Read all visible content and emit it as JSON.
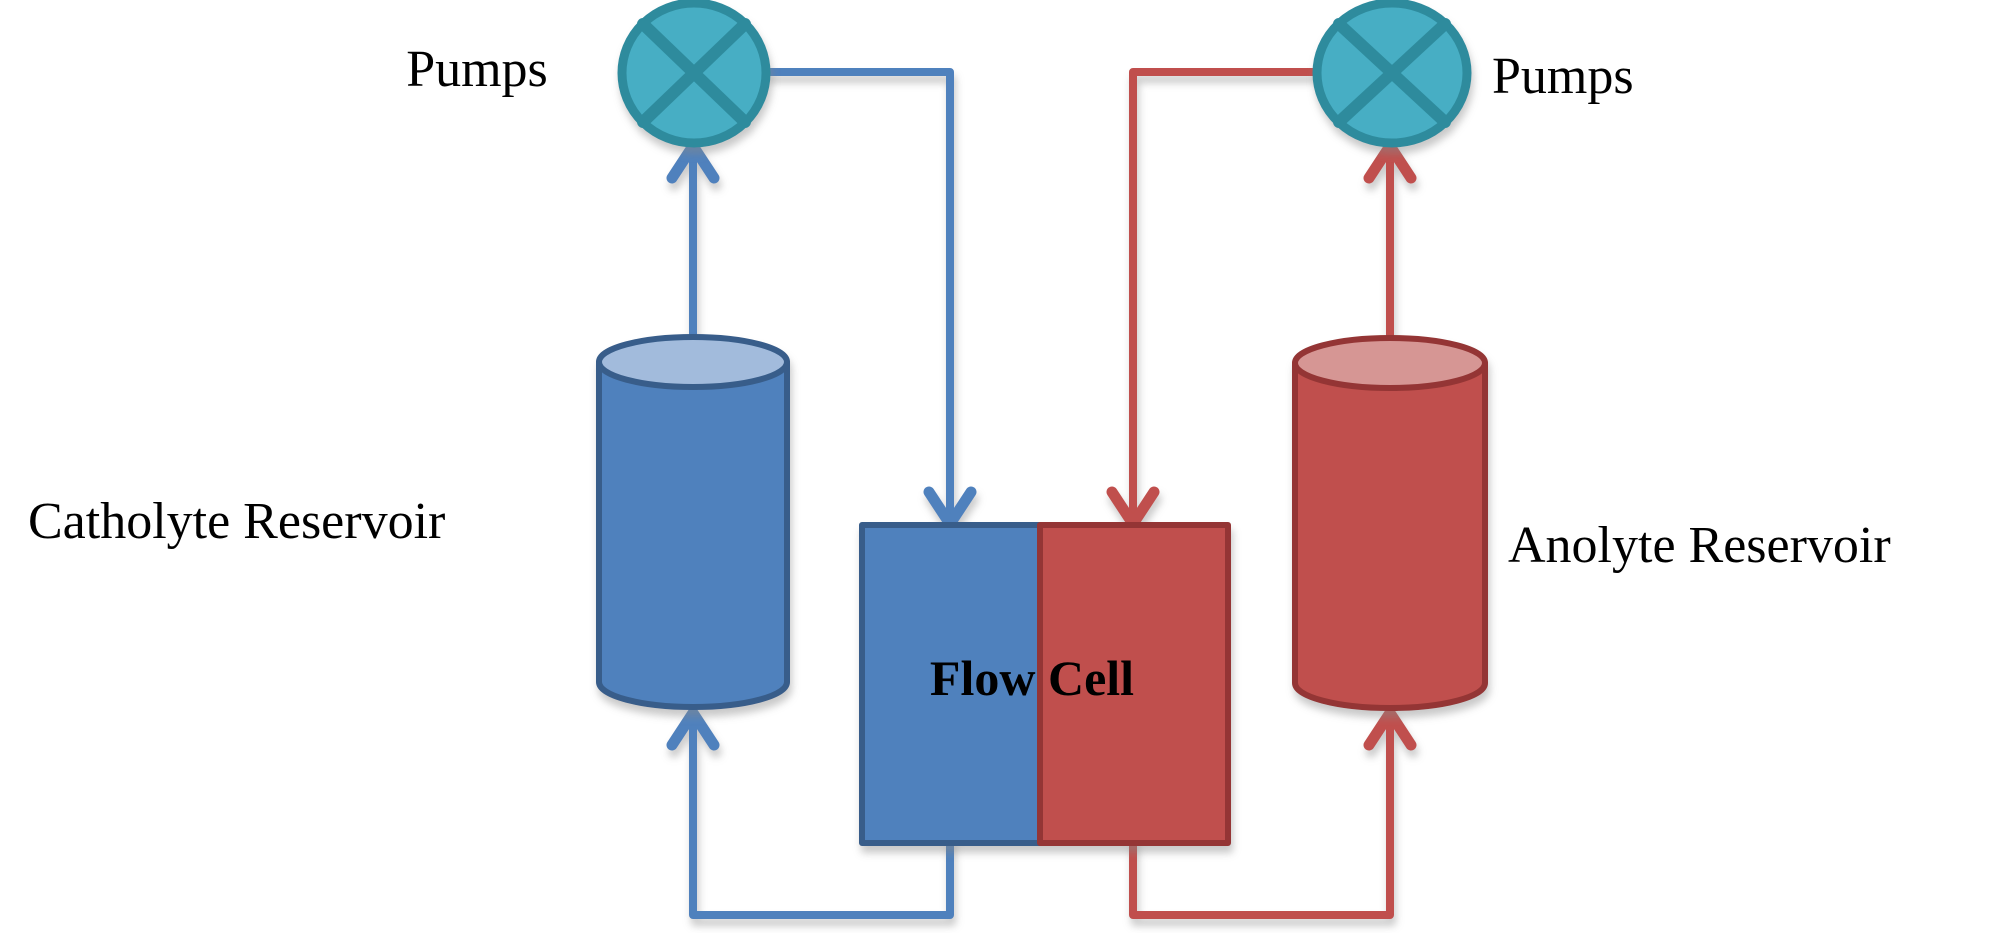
{
  "diagram": {
    "kind": "redox-flow-battery-schematic",
    "background": "#ffffff",
    "labels": {
      "pumps_left": "Pumps",
      "pumps_right": "Pumps",
      "catholyte_reservoir": "Catholyte Reservoir",
      "anolyte_reservoir": "Anolyte Reservoir",
      "flow_cell": "Flow Cell"
    },
    "colors": {
      "catholyte": "#4F81BD",
      "catholyte_border": "#385D8A",
      "catholyte_top_face": "#A2BBDC",
      "anolyte": "#C0504D",
      "anolyte_border": "#943634",
      "anolyte_top_face": "#D69694",
      "pump_fill": "#47AEC4",
      "pump_border": "#2E8B9D",
      "label_text": "#000000"
    },
    "flows": [
      {
        "loop": "catholyte",
        "color_key": "catholyte",
        "route": "Catholyte Reservoir → Pump → Flow Cell (left half) → Catholyte Reservoir"
      },
      {
        "loop": "anolyte",
        "color_key": "anolyte",
        "route": "Anolyte Reservoir → Pump → Flow Cell (right half) → Anolyte Reservoir"
      }
    ]
  }
}
